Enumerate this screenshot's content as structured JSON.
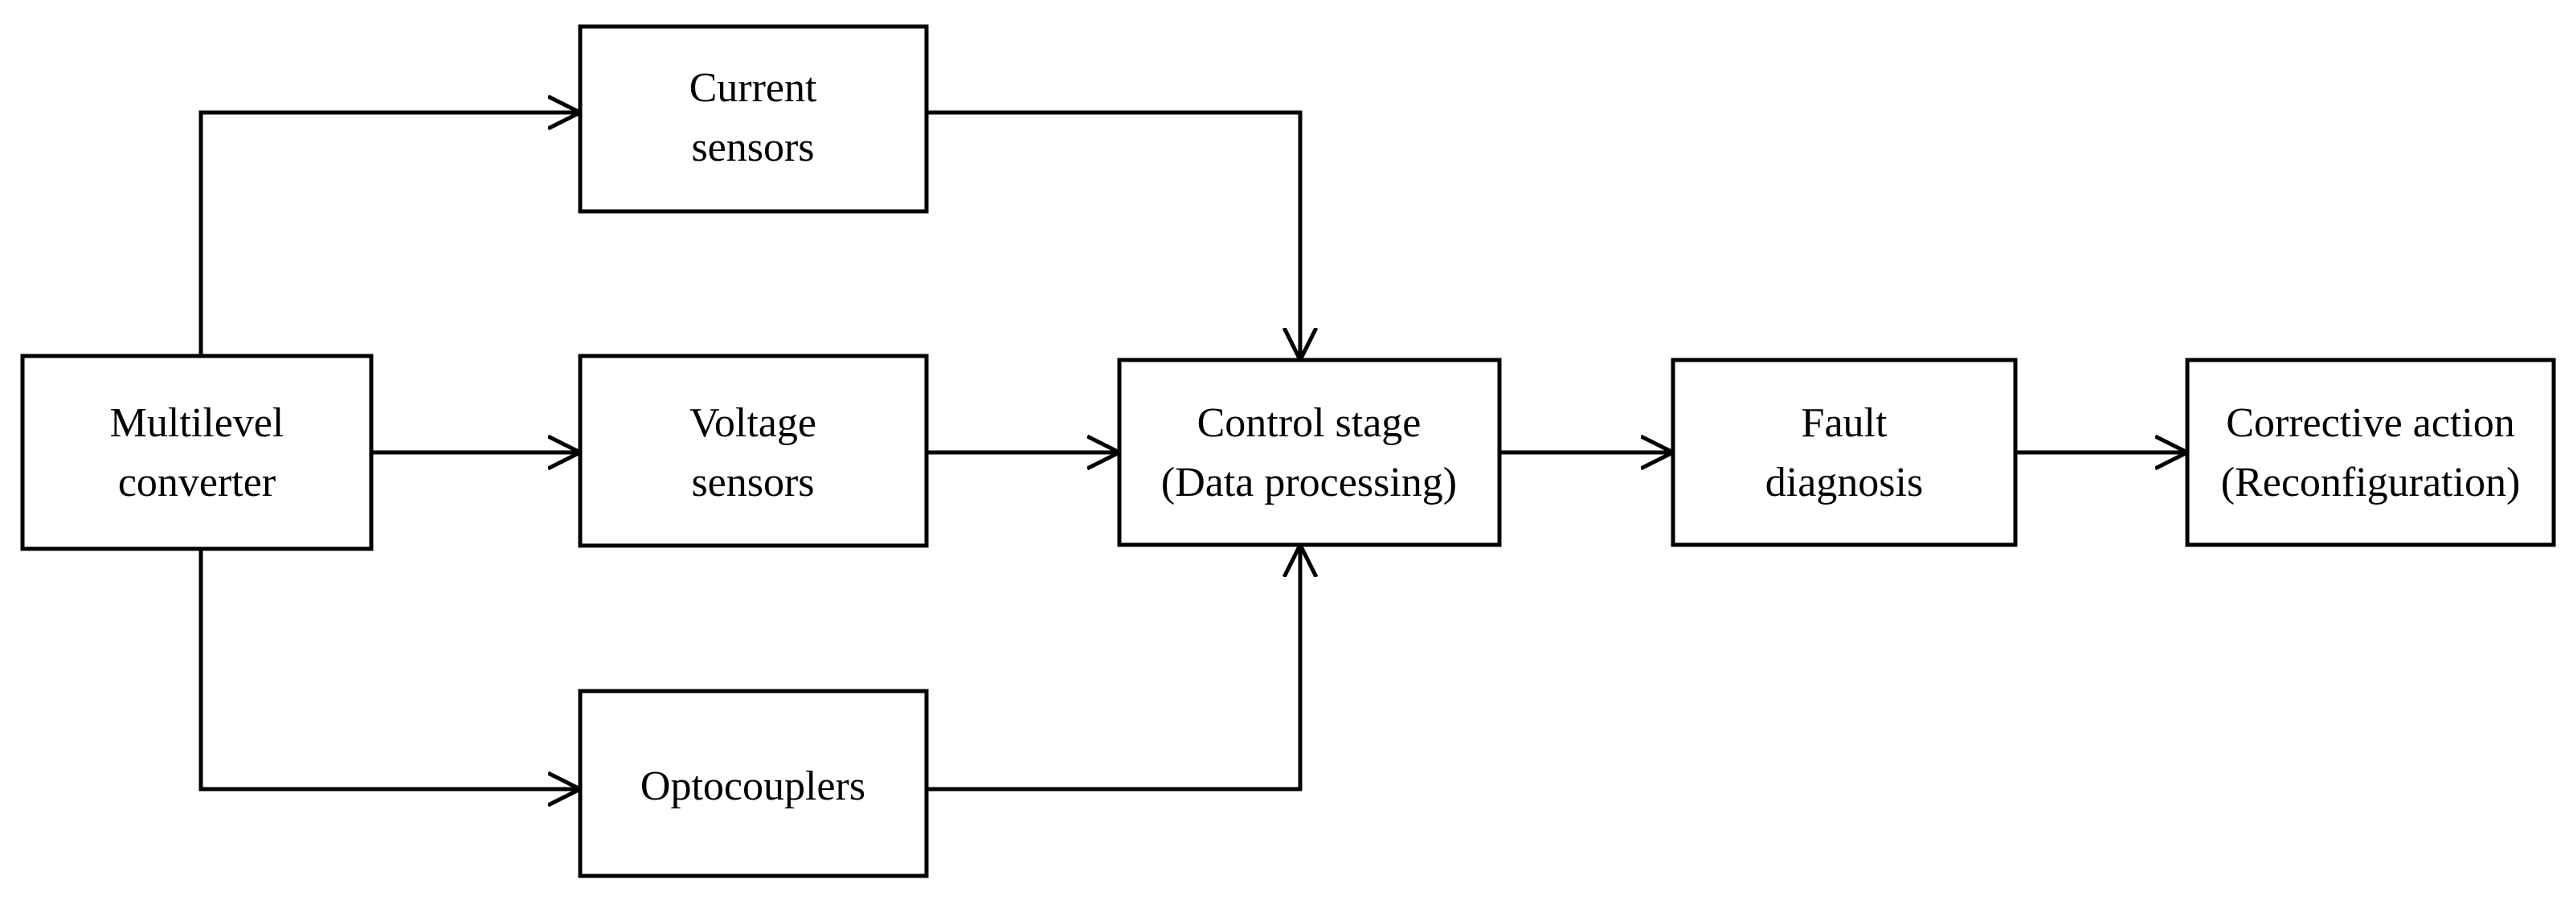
{
  "blocks": {
    "multilevel_converter": {
      "line1": "Multilevel",
      "line2": "converter"
    },
    "current_sensors": {
      "line1": "Current",
      "line2": "sensors"
    },
    "voltage_sensors": {
      "line1": "Voltage",
      "line2": "sensors"
    },
    "optocouplers": {
      "line1": "Optocouplers"
    },
    "control_stage": {
      "line1": "Control stage",
      "line2": "(Data processing)"
    },
    "fault_diagnosis": {
      "line1": "Fault",
      "line2": "diagnosis"
    },
    "corrective_action": {
      "line1": "Corrective action",
      "line2": "(Reconfiguration)"
    }
  },
  "colors": {
    "stroke": "#000000",
    "background": "#ffffff"
  }
}
